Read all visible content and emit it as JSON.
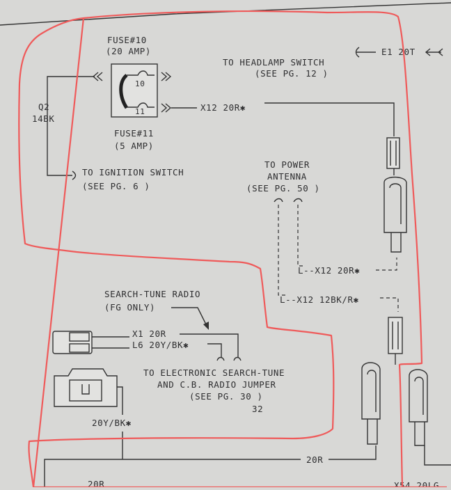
{
  "fuses": {
    "fuse10_label": "FUSE#10",
    "fuse10_rating": "(20 AMP)",
    "fuse10_number": "10",
    "fuse11_label": "FUSE#11",
    "fuse11_rating": "(5 AMP)",
    "fuse11_number": "11"
  },
  "wires": {
    "q2": "Q2",
    "q2_color": "14BK",
    "x12": "X12 20R✱",
    "e1": "E1 20T",
    "x12_20r": "L--X12 20R✱",
    "x12_12bk": "L--X12 12BK/R✱",
    "x1": "X1 20R",
    "l6": "L6 20Y/BK✱",
    "wire_20y": "20Y/BK✱",
    "wire_20r_bottom": "20R",
    "wire_20r_left": "20R",
    "bottom_right_partial": "X54 20LG"
  },
  "notes": {
    "headlamp_switch": "TO HEADLAMP SWITCH",
    "headlamp_page": "(SEE PG. 12 )",
    "ignition_switch": "TO IGNITION SWITCH",
    "ignition_page": "(SEE PG.  6 )",
    "power_antenna_1": "TO POWER",
    "power_antenna_2": "ANTENNA",
    "power_antenna_page": "(SEE PG. 50 )",
    "search_tune_1": "SEARCH-TUNE RADIO",
    "search_tune_2": "(FG ONLY)",
    "electronic_1": "TO ELECTRONIC SEARCH-TUNE",
    "electronic_2": "AND C.B. RADIO JUMPER",
    "electronic_page": "(SEE PG. 30 )",
    "page_number": "32"
  },
  "colors": {
    "highlight": "#ef5a5a",
    "ink": "#333333",
    "paper": "#d8d8d6"
  }
}
